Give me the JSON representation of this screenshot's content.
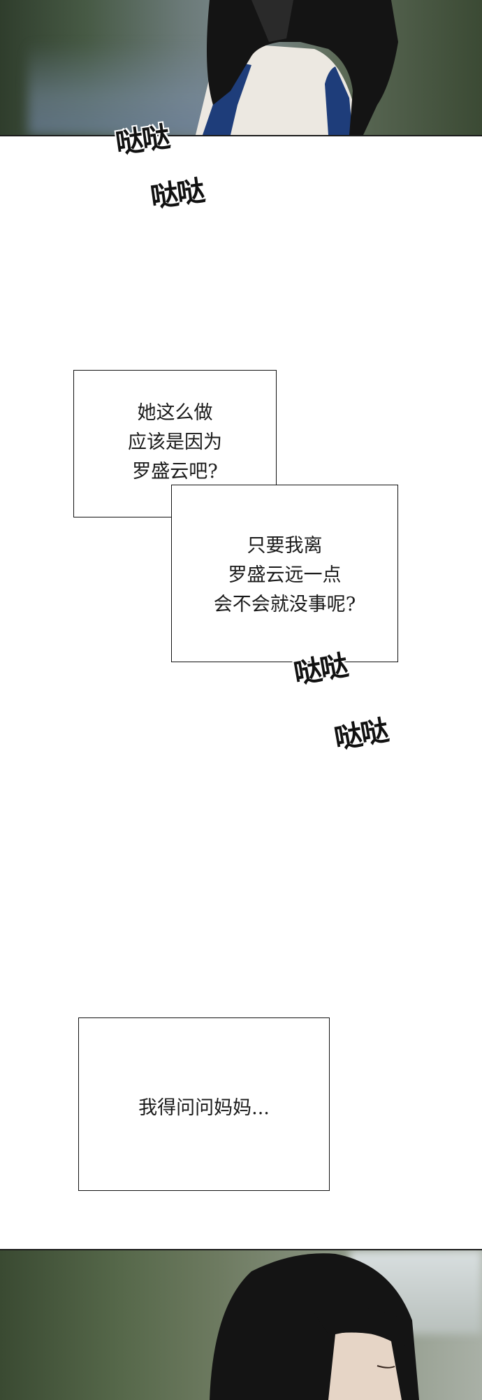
{
  "panels": {
    "top": {
      "sfx": [
        "哒哒",
        "哒哒"
      ]
    },
    "middle": {
      "narration_box_1": [
        "她这么做",
        "应该是因为",
        "罗盛云吧?"
      ],
      "narration_box_2": [
        "只要我离",
        "罗盛云远一点",
        "会不会就没事呢?"
      ],
      "sfx": [
        "哒哒",
        "哒哒"
      ]
    },
    "lower": {
      "narration_box_3": "我得问问妈妈..."
    }
  },
  "colors": {
    "hair": "#141414",
    "uniform_trim": "#1e3d7a",
    "shirt": "#ece8e1"
  }
}
